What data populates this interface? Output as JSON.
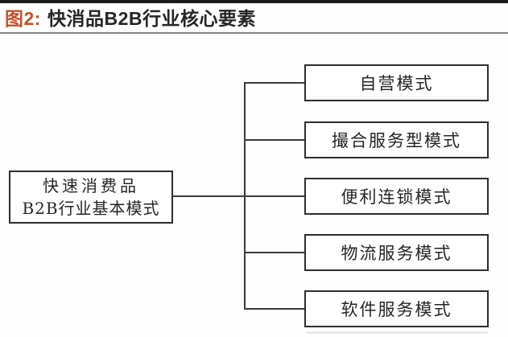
{
  "header": {
    "figure_label": "图2:",
    "title": "快消品B2B行业核心要素"
  },
  "diagram": {
    "type": "tree",
    "direction": "left-to-right",
    "root": {
      "label_line1": "快速消费品",
      "label_line2": "B2B行业基本模式"
    },
    "children": [
      {
        "label": "自营模式"
      },
      {
        "label": "撮合服务型模式"
      },
      {
        "label": "便利连锁模式"
      },
      {
        "label": "物流服务模式"
      },
      {
        "label": "软件服务模式"
      }
    ]
  },
  "colors": {
    "accent_figure_label": "#c8502c",
    "title_text": "#262626",
    "box_border": "#2e2e2e",
    "connector_line": "#3a3a3a",
    "top_rule": "#1c1c1c",
    "title_underline": "#868686",
    "background": "#fefefe"
  }
}
